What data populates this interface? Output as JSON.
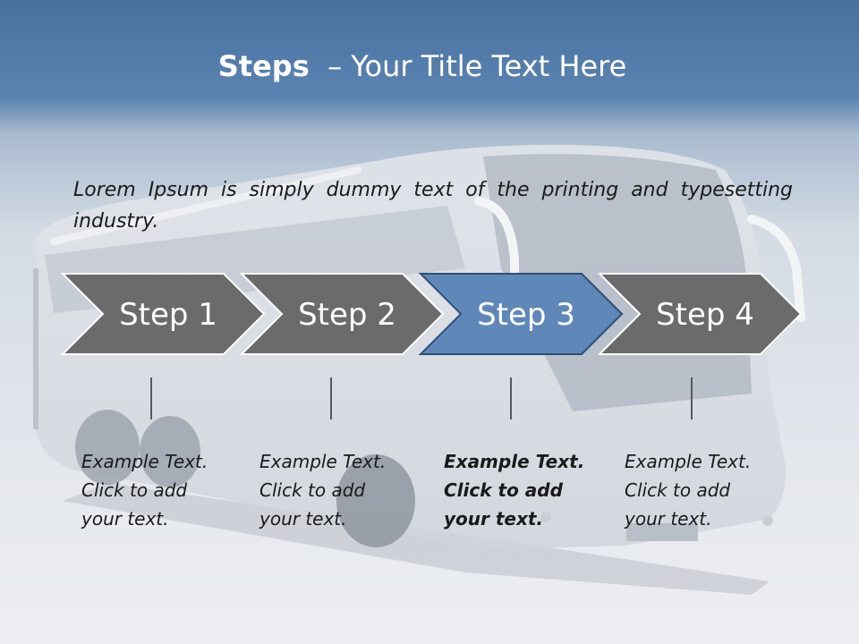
{
  "slide": {
    "title_bold": "Steps",
    "title_rest": "– Your Title Text Here",
    "intro": "Lorem Ipsum is simply dummy text of the printing and typesetting industry."
  },
  "colors": {
    "arrow_default": "#6b6b6b",
    "arrow_active": "#5f88b8",
    "header_blue": "#4a73a2"
  },
  "steps": [
    {
      "label": "Step 1",
      "text": "Example Text.\nClick  to add\nyour text.",
      "active": false
    },
    {
      "label": "Step 2",
      "text": "Example Text.\nClick  to add\nyour text.",
      "active": false
    },
    {
      "label": "Step 3",
      "text": "Example Text.\nClick  to add\nyour text.",
      "active": true
    },
    {
      "label": "Step 4",
      "text": "Example Text.\nClick  to add\nyour text.",
      "active": false
    }
  ]
}
